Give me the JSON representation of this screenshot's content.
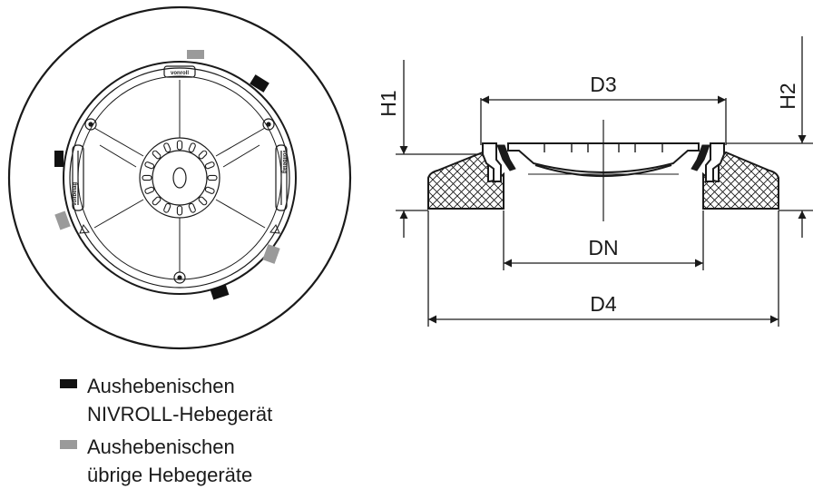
{
  "diagram": {
    "plan_view": {
      "brand_marking": "vonroll",
      "side_marking": "Vollbelag"
    },
    "section_view": {
      "dimensions": {
        "d3": "D3",
        "dn": "DN",
        "d4": "D4",
        "h1": "H1",
        "h2": "H2"
      }
    }
  },
  "legend": {
    "items": [
      {
        "line1": "Aushebenischen",
        "line2": "NIVROLL-Hebegerät",
        "color": "#111111"
      },
      {
        "line1": "Aushebenischen",
        "line2": "übrige Hebegeräte",
        "color": "#9a9a9a"
      }
    ]
  }
}
